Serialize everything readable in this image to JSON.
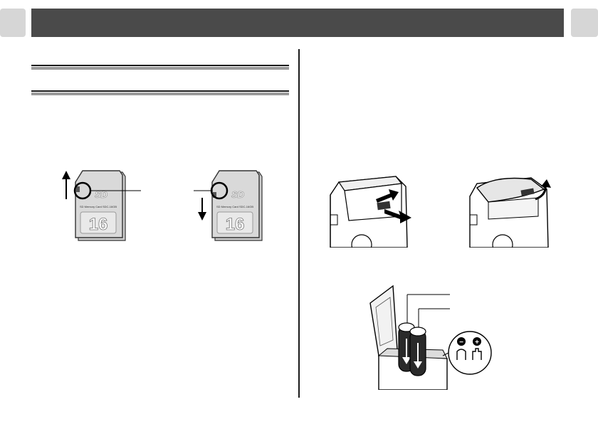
{
  "sd_cards": [
    {
      "capacity": "16",
      "logo": "SD",
      "label_text": "SD Memory Card SDC-16GB"
    },
    {
      "capacity": "16",
      "logo": "SD",
      "label_text": "SD Memory Card SDC-16GB"
    }
  ],
  "battery_diagram": {
    "polarity_minus": "−",
    "polarity_plus": "+"
  },
  "colors": {
    "header_bar": "#4a4a4a",
    "side_tab": "#d6d6d6",
    "rule_gray": "#9a9a9a",
    "line": "#1a1a1a"
  }
}
